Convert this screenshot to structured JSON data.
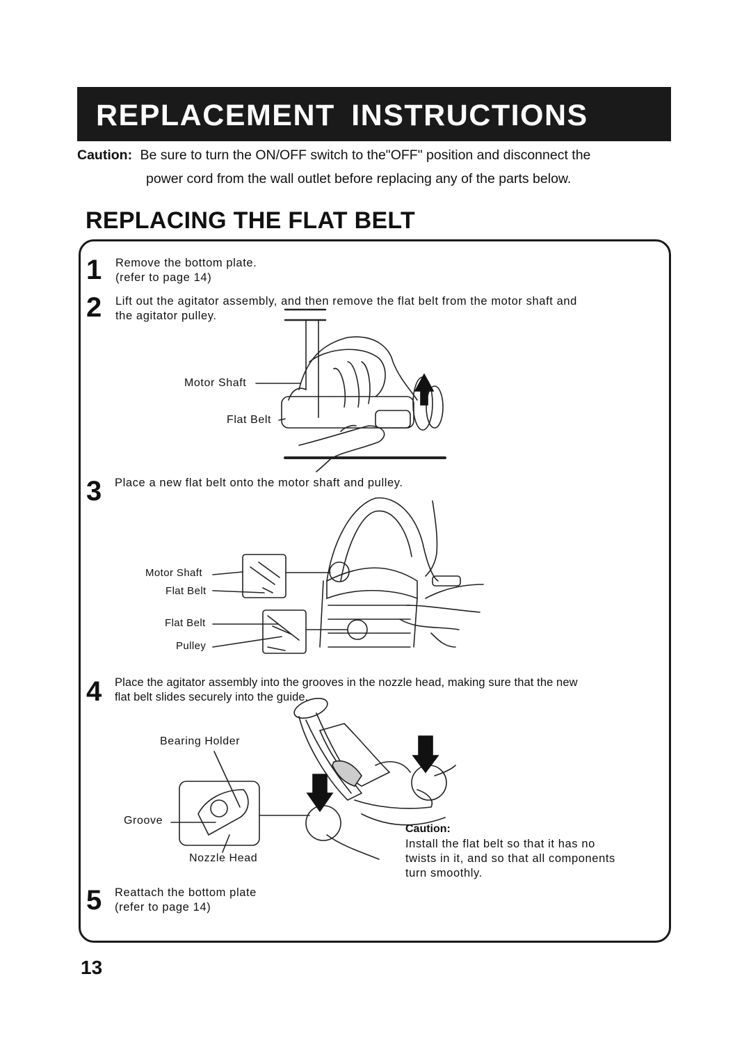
{
  "header": {
    "title": "REPLACEMENT  INSTRUCTIONS"
  },
  "caution": {
    "label": "Caution:",
    "line1": "Be sure to turn the  ON/OFF  switch to the\"OFF\" position and  disconnect  the",
    "line2": "power cord from the wall outlet  before replacing any of the parts below."
  },
  "section": {
    "title": "REPLACING THE FLAT BELT"
  },
  "steps": [
    {
      "number": "1",
      "lines": [
        "Remove the bottom plate.",
        "(refer to page 14)"
      ]
    },
    {
      "number": "2",
      "lines": [
        "Lift out the agitator assembly, and then remove the flat belt from the motor shaft and",
        "the agitator pulley."
      ]
    },
    {
      "number": "3",
      "lines": [
        "Place  a  new flat belt onto  the  motor shaft and  pulley."
      ]
    },
    {
      "number": "4",
      "lines": [
        "Place the agitator assembly  into  the grooves in the nozzle head, making sure that the new",
        "flat  belt slides securely into the guide."
      ]
    },
    {
      "number": "5",
      "lines": [
        "Reattach  the  bottom  plate",
        "(refer  to  page 14)"
      ]
    }
  ],
  "figure2": {
    "motor_shaft": "Motor Shaft",
    "flat_belt": "Flat Belt"
  },
  "figure3": {
    "motor_shaft": "Motor Shaft",
    "flat_belt_top": "Flat Belt",
    "flat_belt_bottom": "Flat Belt",
    "pulley": "Pulley"
  },
  "figure4": {
    "bearing_holder": "Bearing Holder",
    "groove": "Groove",
    "nozzle_head": "Nozzle Head"
  },
  "note": {
    "label": "Caution:",
    "lines": [
      "Install  the  flat belt so  that it  has no",
      "twists in it, and  so  that all components",
      "turn  smoothly."
    ]
  },
  "footer": {
    "page_number": "13"
  }
}
